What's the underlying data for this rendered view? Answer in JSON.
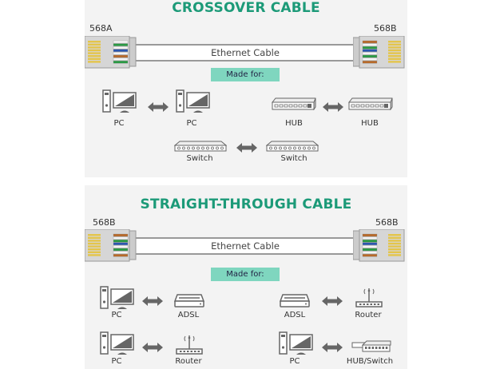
{
  "crossover": {
    "title": "CROSSOVER CABLE",
    "left_standard": "568A",
    "right_standard": "568B",
    "cable_label": "Ethernet Cable",
    "made_for": "Made for:",
    "pairs": [
      {
        "left": "PC",
        "right": "PC"
      },
      {
        "left": "HUB",
        "right": "HUB"
      },
      {
        "left": "Switch",
        "right": "Switch"
      }
    ]
  },
  "straight": {
    "title": "STRAIGHT-THROUGH CABLE",
    "left_standard": "568B",
    "right_standard": "568B",
    "cable_label": "Ethernet Cable",
    "made_for": "Made for:",
    "pairs": [
      {
        "left": "PC",
        "right": "ADSL"
      },
      {
        "left": "ADSL",
        "right": "Router"
      },
      {
        "left": "PC",
        "right": "Router"
      },
      {
        "left": "PC",
        "right": "HUB/Switch"
      }
    ]
  },
  "colors": {
    "accent": "#1c9a78",
    "made_for_bg": "#7fd6bf",
    "panel": "#f3f3f3",
    "icon": "#666666"
  }
}
